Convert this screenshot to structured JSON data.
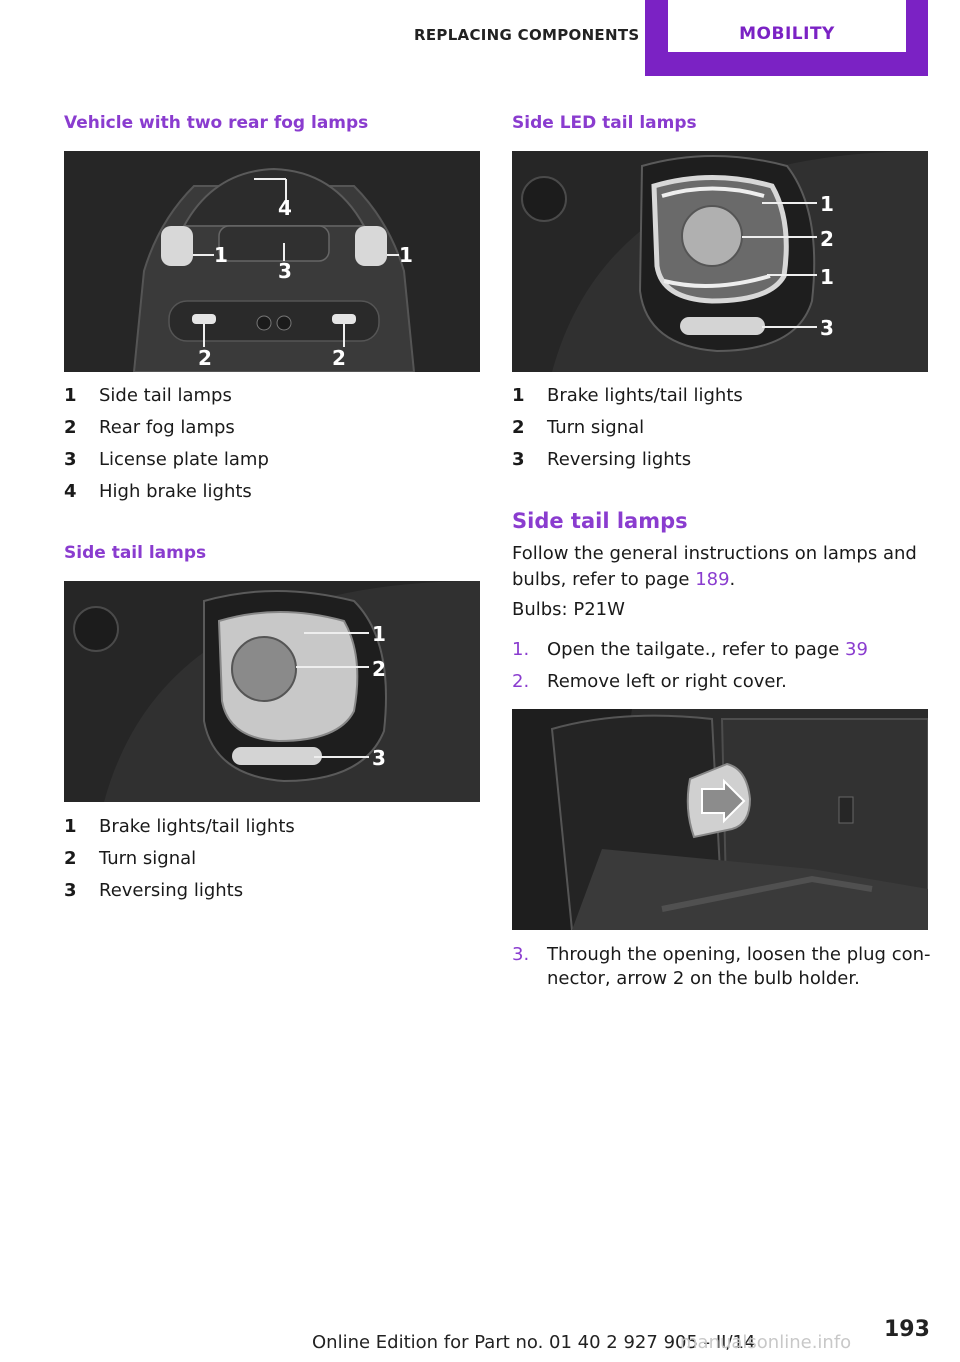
{
  "header": {
    "section": "REPLACING COMPONENTS",
    "tab": "MOBILITY"
  },
  "left": {
    "fig1_title": "Vehicle with two rear fog lamps",
    "fig1_callouts": [
      "1",
      "2",
      "3",
      "4"
    ],
    "fig1_legend": [
      {
        "num": "1",
        "text": "Side tail lamps"
      },
      {
        "num": "2",
        "text": "Rear fog lamps"
      },
      {
        "num": "3",
        "text": "License plate lamp"
      },
      {
        "num": "4",
        "text": "High brake lights"
      }
    ],
    "fig2_title": "Side tail lamps",
    "fig2_callouts": [
      "1",
      "2",
      "3"
    ],
    "fig2_legend": [
      {
        "num": "1",
        "text": "Brake lights/tail lights"
      },
      {
        "num": "2",
        "text": "Turn signal"
      },
      {
        "num": "3",
        "text": "Reversing lights"
      }
    ]
  },
  "right": {
    "fig3_title": "Side LED tail lamps",
    "fig3_callouts": [
      "1",
      "2",
      "1",
      "3"
    ],
    "fig3_legend": [
      {
        "num": "1",
        "text": "Brake lights/tail lights"
      },
      {
        "num": "2",
        "text": "Turn signal"
      },
      {
        "num": "3",
        "text": "Reversing lights"
      }
    ],
    "section_title": "Side tail lamps",
    "intro_text": "Follow the general instructions on lamps and bulbs, refer to page",
    "intro_link": "189",
    "intro_end": ".",
    "bulbs": "Bulbs: P21W",
    "steps": [
      {
        "num": "1.",
        "text": "Open the tailgate., refer to page",
        "link": "39"
      },
      {
        "num": "2.",
        "text": "Remove left or right cover."
      },
      {
        "num": "3.",
        "text_line1": "Through the opening, loosen the plug con‐",
        "text_line2": "nector, arrow 2 on the bulb holder."
      }
    ]
  },
  "footer": {
    "page_number": "193",
    "edition": "Online Edition for Part no. 01 40 2 927 905 - II/14",
    "watermark": "manualsonline.info"
  }
}
